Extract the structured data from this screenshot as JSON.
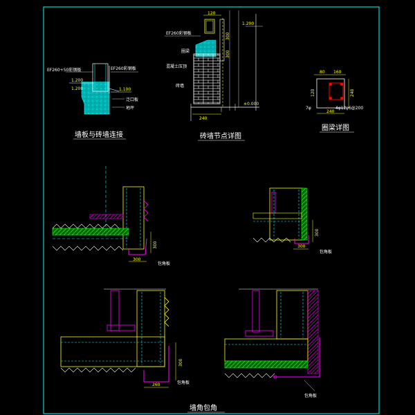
{
  "titles": {
    "wall_panel": "墙板与砖墙连接",
    "brick_node": "砖墙节点详图",
    "ring_beam": "圈梁详图",
    "corner": "墙角包角"
  },
  "labels": {
    "panel_left": "EF260+50彩钢板",
    "panel_right": "EF260彩钢板",
    "eave_plate": "泛口板",
    "ground": "地坪",
    "node_panel": "EF260彩钢板",
    "node_beam": "圈梁",
    "node_mortar": "混凝土压顶",
    "node_brick": "砖墙",
    "wrap_1": "包角板",
    "wrap_2": "包角板",
    "wrap_3": "包角板",
    "wrap_4": "包角板",
    "rebar_top": "4φ12",
    "rebar_left": "7φ",
    "rebar_right": "φ6@200"
  },
  "dims": {
    "lvl_1": "1.200",
    "lvl_2": "1.200",
    "lvl_3": "1.100",
    "lvl_node": "1.200",
    "zero_level": "±0.000",
    "w240_node": "240",
    "w120_node": "120",
    "h_node_1": "300",
    "h_node_2": "300",
    "beam_w1": "80",
    "beam_w2": "160",
    "beam_h": "240",
    "beam_b": "240",
    "beam_side": "120",
    "corner1_v": "300",
    "corner1_h": "300",
    "corner2_v": "300",
    "corner2_h": "300",
    "corner3_v": "300",
    "corner3_h": "260"
  },
  "colors": {
    "frame": "#00ffff",
    "wall": "#ffff00",
    "panel": "#00ff00",
    "accent": "#ff00ff",
    "dashed": "#00ffff",
    "text": "#ffffff"
  }
}
